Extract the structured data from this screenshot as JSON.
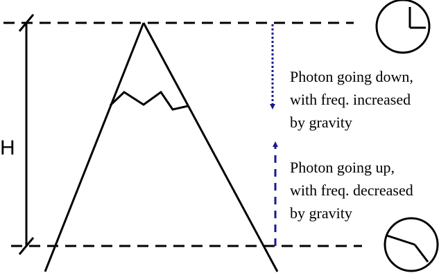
{
  "height_label": "H",
  "photon_down": {
    "lines": [
      "Photon going down,",
      "with freq. increased",
      "by gravity"
    ],
    "arrow_color": "#1a1a8c"
  },
  "photon_up": {
    "lines": [
      "Photon going up,",
      "with freq. decreased",
      "by gravity"
    ],
    "arrow_color": "#1a1a8c"
  },
  "top_clock": {
    "icon": "clock-icon"
  },
  "bottom_clock": {
    "icon": "clock-icon"
  }
}
